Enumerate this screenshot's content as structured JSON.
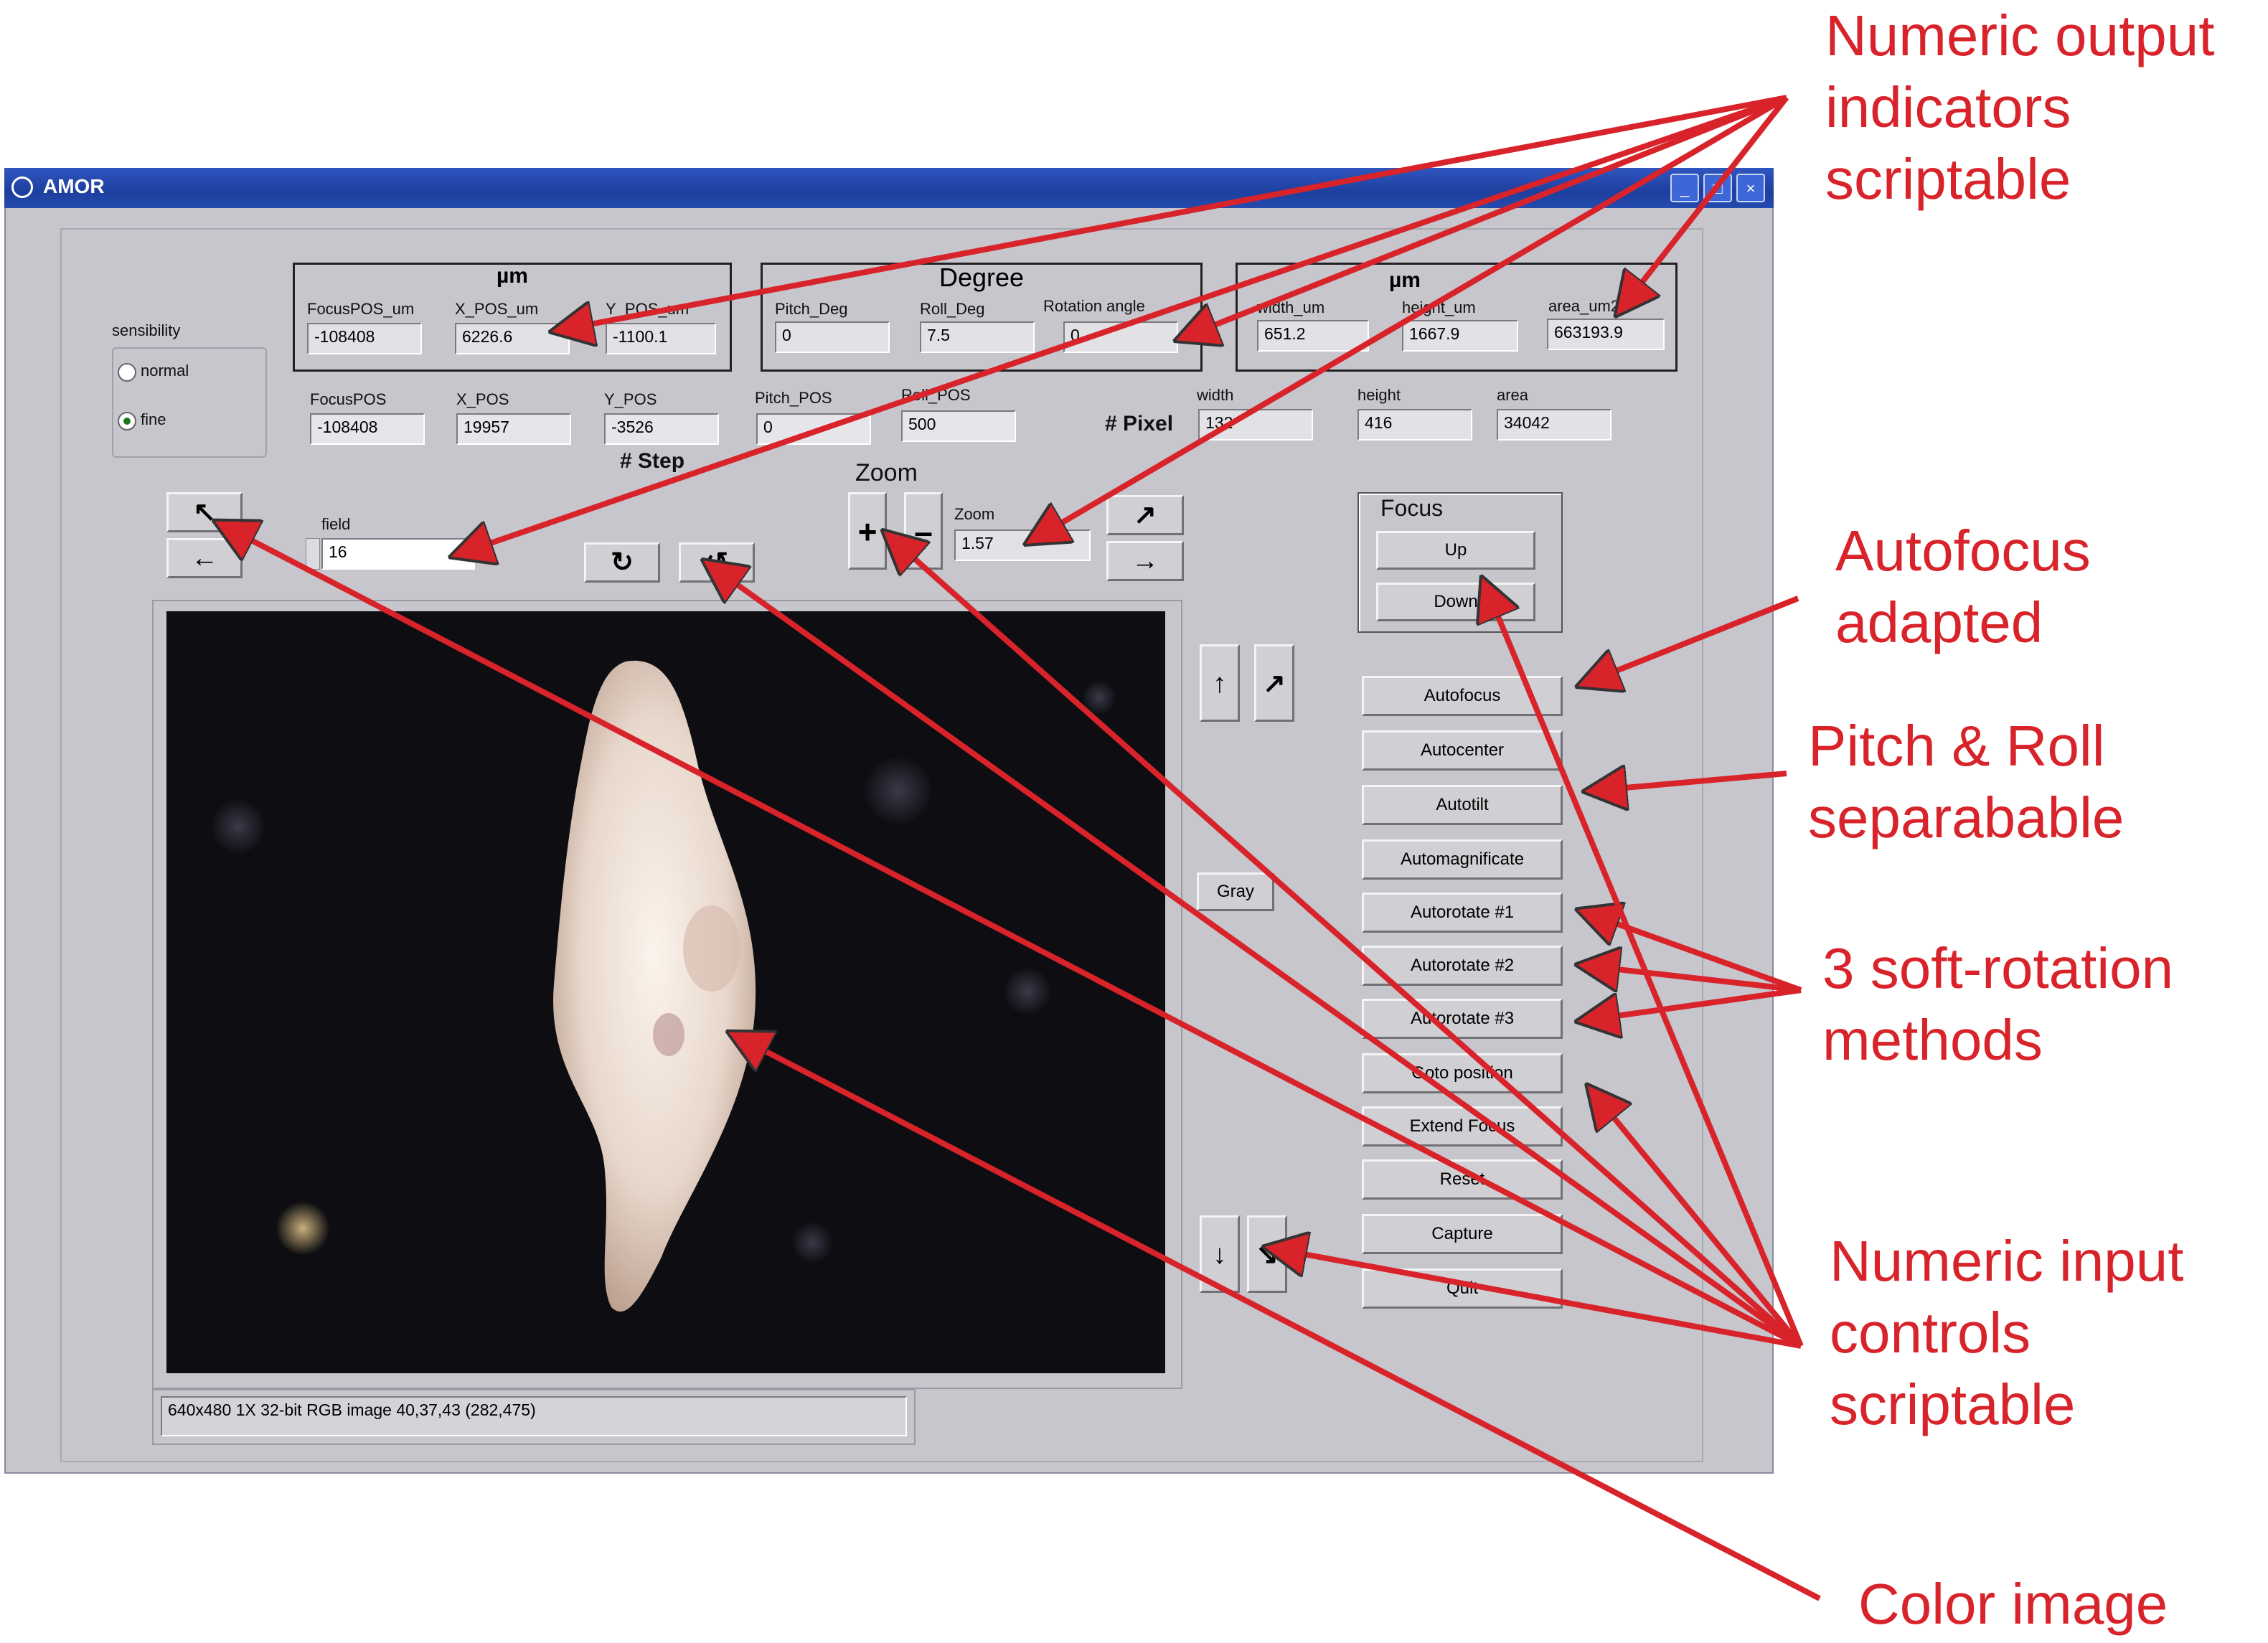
{
  "window": {
    "title": "AMOR",
    "controls": [
      "_",
      "□",
      "×"
    ]
  },
  "sensibility": {
    "label": "sensibility",
    "options": [
      {
        "label": "normal",
        "selected": false
      },
      {
        "label": "fine",
        "selected": true
      }
    ]
  },
  "um_group": {
    "title": "µm",
    "labels": [
      "FocusPOS_um",
      "X_POS_um",
      "Y_POS_um"
    ],
    "values": [
      "-108408",
      "6226.6",
      "-1100.1"
    ]
  },
  "degree_group": {
    "title": "Degree",
    "labels": [
      "Pitch_Deg",
      "Roll_Deg",
      "Rotation angle"
    ],
    "values": [
      "0",
      "7.5",
      "0"
    ]
  },
  "size_group": {
    "title": "µm",
    "labels": [
      "width_um",
      "height_um",
      "area_um2"
    ],
    "values": [
      "651.2",
      "1667.9",
      "663193.9"
    ]
  },
  "steps": {
    "labels": [
      "FocusPOS",
      "X_POS",
      "Y_POS",
      "Pitch_POS",
      "Roll_POS"
    ],
    "values": [
      "-108408",
      "19957",
      "-3526",
      "0",
      "500"
    ],
    "caption": "# Step"
  },
  "pixel": {
    "caption": "# Pixel",
    "labels": [
      "width",
      "height",
      "area"
    ],
    "values": [
      "132",
      "416",
      "34042"
    ]
  },
  "field": {
    "label": "field",
    "value": "16"
  },
  "zoom": {
    "title": "Zoom",
    "label": "Zoom",
    "value": "1.57",
    "plus": "+",
    "minus": "–"
  },
  "focus": {
    "title": "Focus",
    "up": "Up",
    "down": "Down"
  },
  "buttons": [
    "Autofocus",
    "Autocenter",
    "Autotilt",
    "Automagnificate",
    "Autorotate #1",
    "Autorotate #2",
    "Autorotate #3",
    "Goto position",
    "Extend Focus",
    "Reset",
    "Capture",
    "Quit"
  ],
  "gray_button": "Gray",
  "arrows": {
    "upleft": "↖",
    "left": "←",
    "rotcw": "↻",
    "rotccw": "↺",
    "upright": "↗",
    "right": "→",
    "up": "↑",
    "upright2": "↗",
    "down": "↓",
    "downright": "↘"
  },
  "status": "640x480 1X 32-bit RGB image 40,37,43    (282,475)",
  "annotations": {
    "numeric_output": "Numeric output\nindicators\nscriptable",
    "autofocus": "Autofocus\nadapted",
    "pitch_roll": "Pitch & Roll\nseparabable",
    "soft_rotation": "3 soft-rotation\nmethods",
    "numeric_input": "Numeric input\ncontrols\nscriptable",
    "color_image": "Color image"
  },
  "colors": {
    "annotation": "#d8232a",
    "window_bg": "#c6c6cc",
    "titlebar": "#2a50b8"
  }
}
